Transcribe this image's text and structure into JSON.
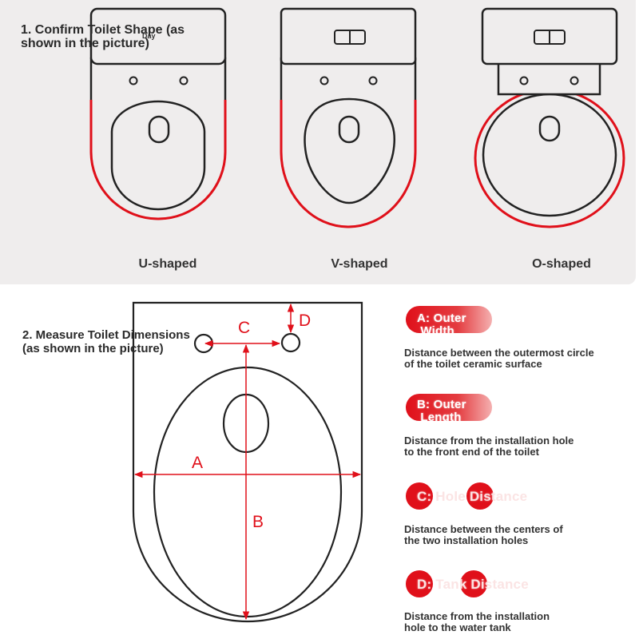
{
  "section1": {
    "title": "1. Confirm Toilet Shape (as\n shown in the picture)",
    "decal": "Day"
  },
  "shapes": [
    {
      "label": "U-shaped"
    },
    {
      "label": "V-shaped"
    },
    {
      "label": "O-shaped"
    }
  ],
  "section2": {
    "title": "2. Measure Toilet Dimensions\n (as shown in the picture)"
  },
  "dimensions": {
    "a": "A",
    "b": "B",
    "c": "C",
    "d": "D"
  },
  "legend": [
    {
      "tag": "A: Outer\n Width",
      "desc": "Distance between the outermost circle\n of the toilet ceramic surface"
    },
    {
      "tag": "B: Outer\n Length",
      "desc": "Distance from the installation hole\n to the front end of the toilet"
    },
    {
      "tag": "C: Hole Distance",
      "desc": "Distance between the centers of\n the two installation holes"
    },
    {
      "tag": "D: Tank Distance",
      "desc": "Distance from the installation\n hole to the water tank"
    }
  ],
  "colors": {
    "accent": "#e0101a",
    "outline": "#222222",
    "panel": "#efeded"
  }
}
